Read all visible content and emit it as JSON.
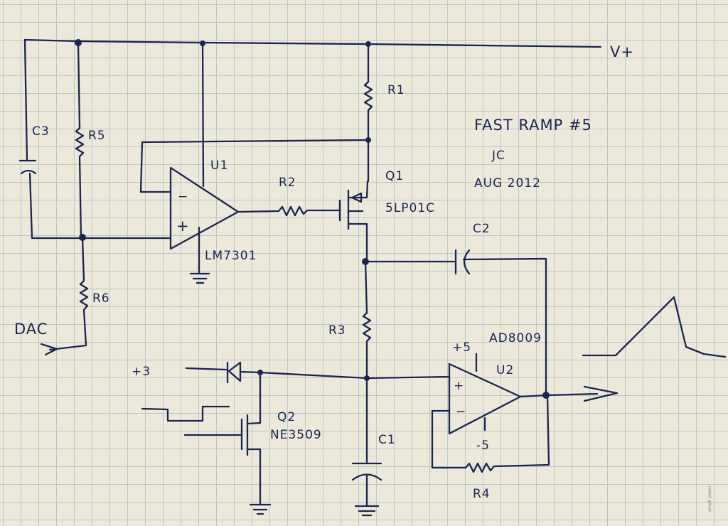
{
  "title": "FAST RAMP #5",
  "author": "JC",
  "date": "AUG 2012",
  "components": {
    "r1": "R1",
    "r2": "R2",
    "r3": "R3",
    "r4": "R4",
    "r5": "R5",
    "r6": "R6",
    "c1": "C1",
    "c2": "C2",
    "c3": "C3",
    "u1": "U1",
    "u1_part": "LM7301",
    "u2": "U2",
    "u2_part": "AD8009",
    "q1": "Q1",
    "q1_part": "5LP01C",
    "q2": "Q2",
    "q2_part": "NE3509"
  },
  "nets": {
    "vplus": "V+",
    "dac": "DAC",
    "plus3": "+3",
    "plus5": "+5",
    "minus5": "-5"
  },
  "pins": {
    "minus": "−",
    "plus": "+"
  },
  "margin_note": "graph paper"
}
